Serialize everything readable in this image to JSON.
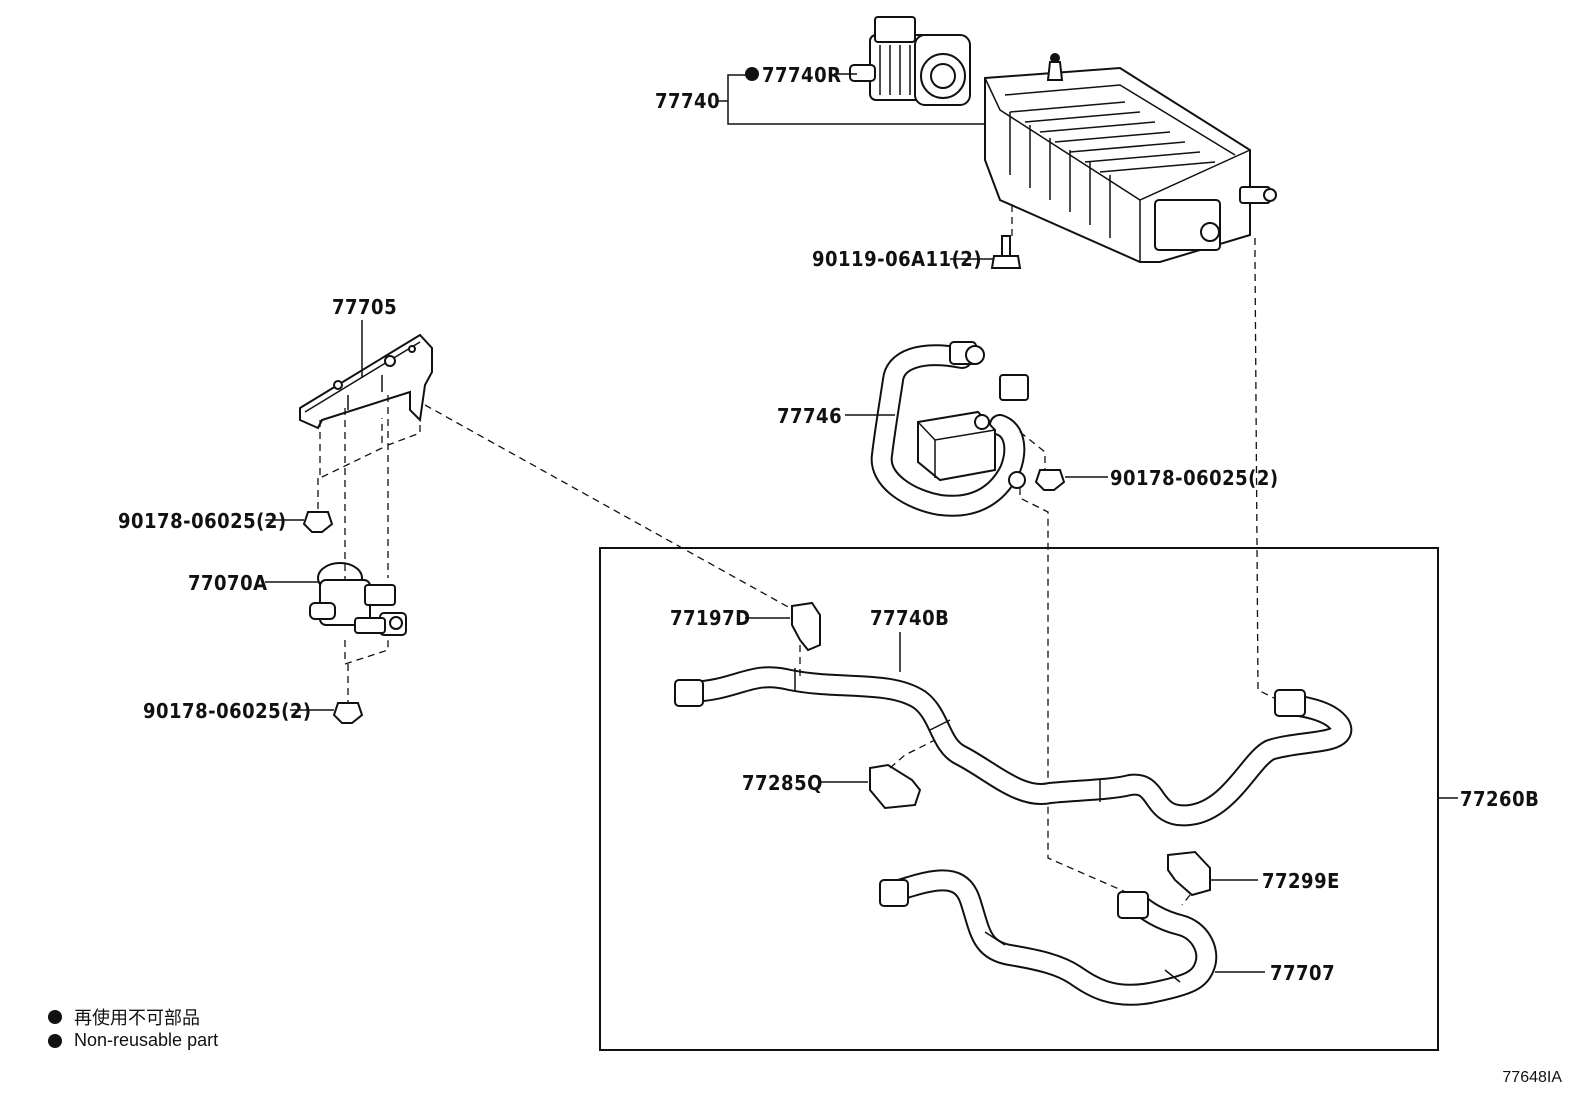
{
  "labels": {
    "canister_assy": "77740",
    "canister_valve": "77740R",
    "bolt_canister": "90119-06A11(2)",
    "bracket": "77705",
    "nut_upper_left": "90178-06025(2)",
    "vsv_valve": "77070A",
    "nut_lower_left": "90178-06025(2)",
    "hose_assy_upper": "77746",
    "nut_right": "90178-06025(2)",
    "clamp_1": "77197D",
    "hose_1": "77740B",
    "clamp_2": "77285Q",
    "hose_group": "77260B",
    "clamp_3": "77299E",
    "hose_2": "77707"
  },
  "legend": {
    "japanese": "再使用不可部品",
    "english": "Non-reusable part"
  },
  "figure_id": "77648IA"
}
